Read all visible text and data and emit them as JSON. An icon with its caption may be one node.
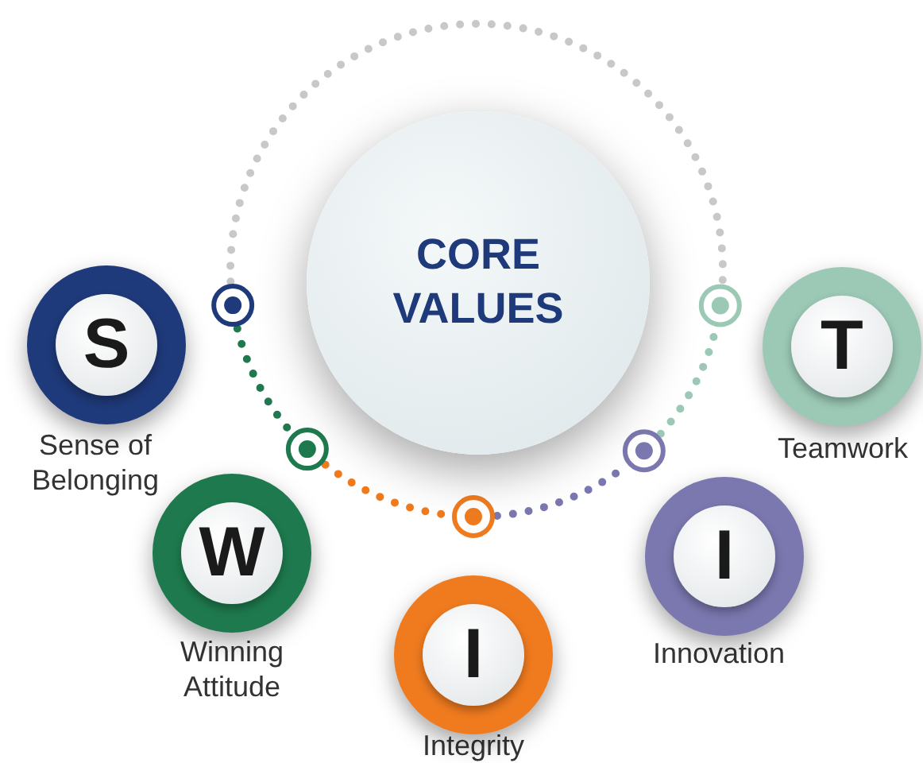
{
  "diagram": {
    "nodes": [
      {
        "text": [
          "CORE VALUES"
        ]
      },
      {
        "text": [
          "S"
        ],
        "beside": [
          "Sense of Belonging"
        ]
      },
      {
        "text": [
          "W"
        ],
        "beside": [
          "Winning Attitude"
        ]
      },
      {
        "text": [
          "I"
        ],
        "beside": [
          "Integrity"
        ]
      },
      {
        "text": [
          "I"
        ],
        "beside": [
          "Innovation"
        ]
      },
      {
        "text": [
          "T"
        ],
        "beside": [
          "Teamwork"
        ]
      },
      {
        "text": [],
        "shape": "circle"
      },
      {
        "text": [],
        "shape": "circle"
      },
      {
        "text": [],
        "shape": "circle"
      },
      {
        "text": [],
        "shape": "circle"
      },
      {
        "text": [],
        "shape": "circle"
      }
    ],
    "edges": [
      {
        "from": 6,
        "to": 10,
        "arrow": "none",
        "style": "dashed",
        "color": "#c8c8c8"
      },
      {
        "from": 6,
        "to": 7,
        "arrow": "none",
        "style": "dashed",
        "color": "#1e7a4e"
      },
      {
        "from": 7,
        "to": 8,
        "arrow": "none",
        "style": "dashed",
        "color": "#f07b1f"
      },
      {
        "from": 8,
        "to": 9,
        "arrow": "none",
        "style": "dashed",
        "color": "#7b78b0"
      },
      {
        "from": 9,
        "to": 10,
        "arrow": "none",
        "style": "dashed",
        "color": "#9cc9b6"
      }
    ]
  }
}
